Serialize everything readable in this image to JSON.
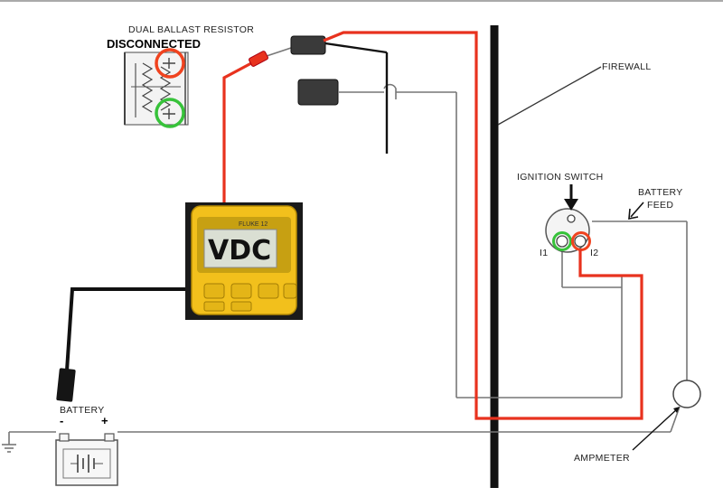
{
  "labels": {
    "dual_ballast_resistor": "DUAL BALLAST  RESISTOR",
    "disconnected": "DISCONNECTED",
    "firewall": "FIREWALL",
    "ignition_switch": "IGNITION  SWITCH",
    "battery_feed_line1": "BATTERY",
    "battery_feed_line2": "FEED",
    "terminal_i1": "I1",
    "terminal_i2": "I2",
    "battery": "BATTERY",
    "battery_minus": "-",
    "battery_plus": "+",
    "ampmeter": "AMPMETER"
  },
  "multimeter": {
    "brand": "FLUKE 12",
    "display": "VDC"
  },
  "colors": {
    "red_wire": "#e8321e",
    "black_wire": "#111111",
    "schematic_line": "#777777",
    "highlight_red": "#f0431f",
    "highlight_green": "#37c23a",
    "meter_body": "#f2c01c"
  }
}
